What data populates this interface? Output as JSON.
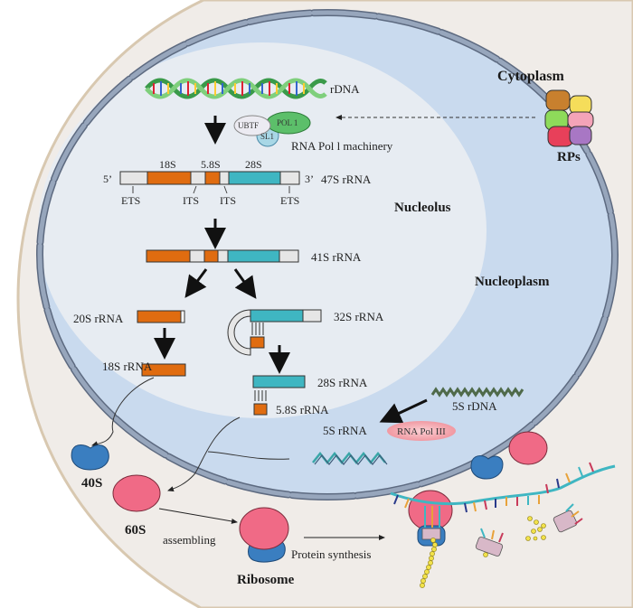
{
  "title": "Ribosome biogenesis and protein synthesis",
  "colors": {
    "cytoplasm": "#f0ece8",
    "cell_border": "#d8c8b0",
    "nucleoplasm": "#c9daee",
    "nucleolus": "#e7ecf2",
    "envelope": "#8e9db4",
    "rRNA_18S": "#e06c10",
    "rRNA_28S": "#3fb6c2",
    "spacer": "#e6e6e6",
    "subunit_40S": "#3a7ec0",
    "subunit_60S": "#f06a86",
    "pol3": "#f4a6ae"
  },
  "regions": {
    "cytoplasm": "Cytoplasm",
    "nucleolus": "Nucleolus",
    "nucleoplasm": "Nucleoplasm"
  },
  "labels": {
    "rdna": "rDNA",
    "pol1_machinery": "RNA Pol l machinery",
    "ubtf": "UBTF",
    "pol1": "POL 1",
    "sl1": "SL1",
    "rps": "RPs",
    "five_prime": "5’",
    "three_prime": "3’",
    "rrna_47s": "47S rRNA",
    "seg_18s": "18S",
    "seg_58s": "5.8S",
    "seg_28s": "28S",
    "ets": "ETS",
    "its": "ITS",
    "rrna_41s": "41S rRNA",
    "rrna_20s": "20S rRNA",
    "rrna_32s": "32S rRNA",
    "rrna_18s": "18S rRNA",
    "rrna_28s": "28S rRNA",
    "rrna_58s": "5.8S rRNA",
    "rdna_5s": "5S rDNA",
    "rrna_5s": "5S rRNA",
    "pol3": "RNA Pol III",
    "subunit_40s": "40S",
    "subunit_60s": "60S",
    "assembling": "assembling",
    "ribosome": "Ribosome",
    "protein_synthesis": "Protein synthesis"
  }
}
